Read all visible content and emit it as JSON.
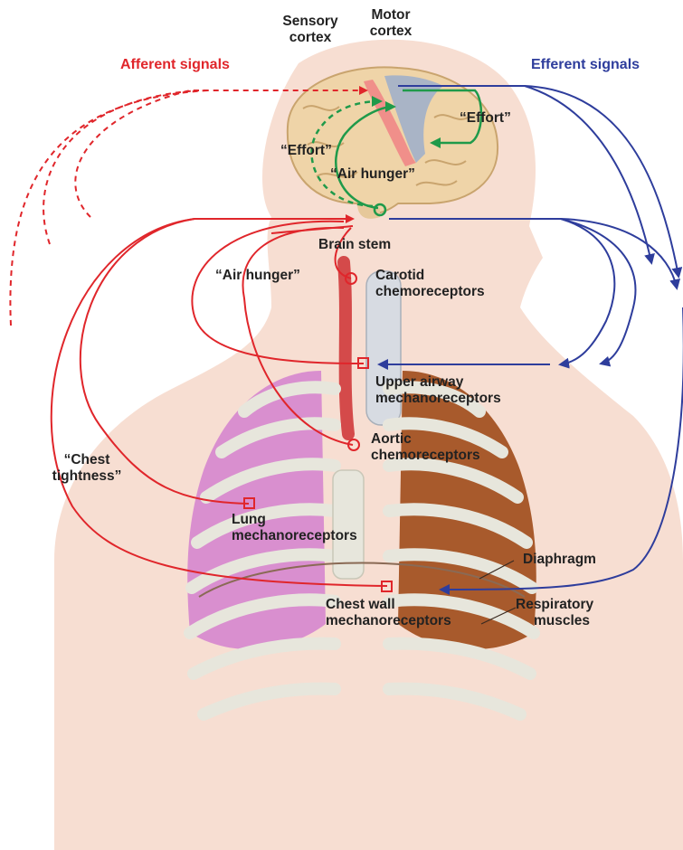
{
  "headers": {
    "afferent": "Afferent signals",
    "efferent": "Efferent signals"
  },
  "brain": {
    "sensory_cortex": [
      "Sensory",
      "cortex"
    ],
    "motor_cortex": [
      "Motor",
      "cortex"
    ],
    "effort_right": "“Effort”",
    "effort_left": "“Effort”",
    "air_hunger_brain": "“Air hunger”",
    "brain_stem": "Brain stem"
  },
  "receptors": {
    "air_hunger": "“Air hunger”",
    "carotid": [
      "Carotid",
      "chemoreceptors"
    ],
    "upper_airway": [
      "Upper airway",
      "mechanoreceptors"
    ],
    "aortic": [
      "Aortic",
      "chemoreceptors"
    ],
    "chest_tightness": [
      "“Chest",
      "tightness”"
    ],
    "lung": [
      "Lung",
      "mechanoreceptors"
    ],
    "diaphragm": "Diaphragm",
    "chest_wall": [
      "Chest wall",
      "mechanoreceptors"
    ],
    "respiratory_muscles": [
      "Respiratory",
      "muscles"
    ]
  },
  "colors": {
    "afferent": "#e0262b",
    "efferent": "#2e3d9c",
    "effort": "#1f9a4a",
    "skin": "#f7ded2",
    "lung": "#d98fcf",
    "muscle": "#a85a2c",
    "rib": "#e7e6dc"
  }
}
